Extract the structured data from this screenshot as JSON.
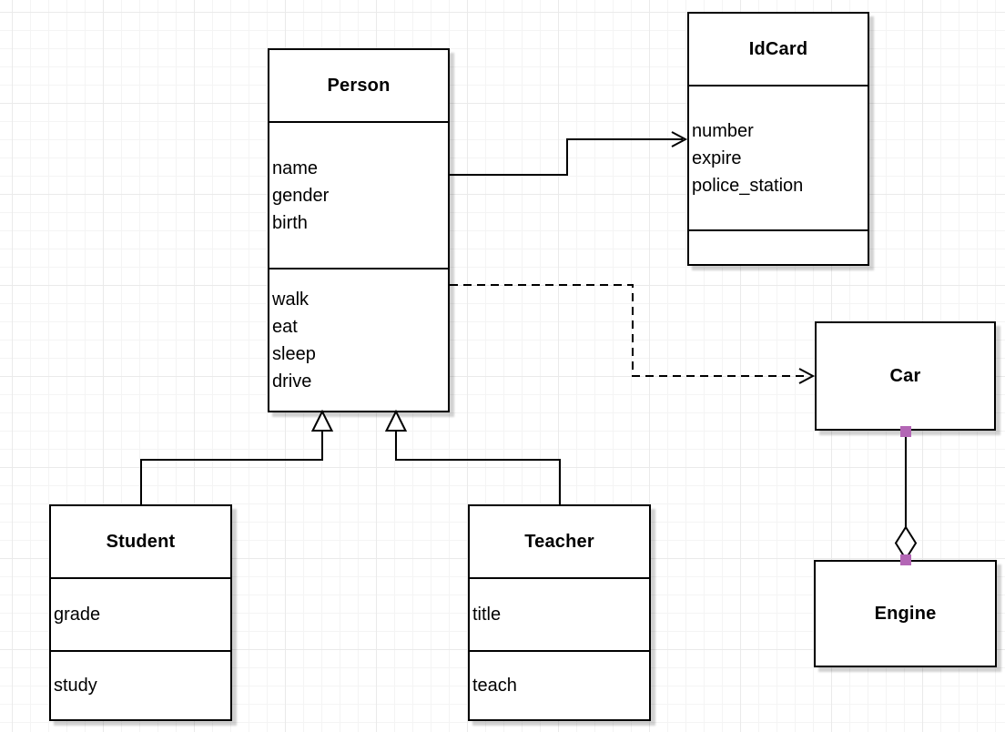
{
  "diagram": {
    "classes": {
      "person": {
        "name": "Person",
        "attributes": [
          "name",
          "gender",
          "birth"
        ],
        "methods": [
          "walk",
          "eat",
          "sleep",
          "drive"
        ]
      },
      "idcard": {
        "name": "IdCard",
        "attributes": [
          "number",
          "expire",
          "police_station"
        ]
      },
      "car": {
        "name": "Car"
      },
      "engine": {
        "name": "Engine"
      },
      "student": {
        "name": "Student",
        "attributes": [
          "grade"
        ],
        "methods": [
          "study"
        ]
      },
      "teacher": {
        "name": "Teacher",
        "attributes": [
          "title"
        ],
        "methods": [
          "teach"
        ]
      }
    },
    "relationships": [
      {
        "from": "Person",
        "to": "IdCard",
        "type": "association",
        "line": "solid",
        "arrowhead": "open"
      },
      {
        "from": "Person",
        "to": "Car",
        "type": "dependency",
        "line": "dashed",
        "arrowhead": "open"
      },
      {
        "from": "Student",
        "to": "Person",
        "type": "generalization",
        "line": "solid",
        "arrowhead": "hollow-triangle"
      },
      {
        "from": "Teacher",
        "to": "Person",
        "type": "generalization",
        "line": "solid",
        "arrowhead": "hollow-triangle"
      },
      {
        "from": "Car",
        "to": "Engine",
        "type": "aggregation",
        "line": "solid",
        "arrowhead": "hollow-diamond"
      }
    ],
    "colors": {
      "line": "#000000",
      "shape_border": "#000000",
      "shape_fill": "#ffffff",
      "connection_handle": "#b366b5",
      "grid_minor": "#f4f4f4",
      "grid_major": "#eaeaea"
    }
  }
}
